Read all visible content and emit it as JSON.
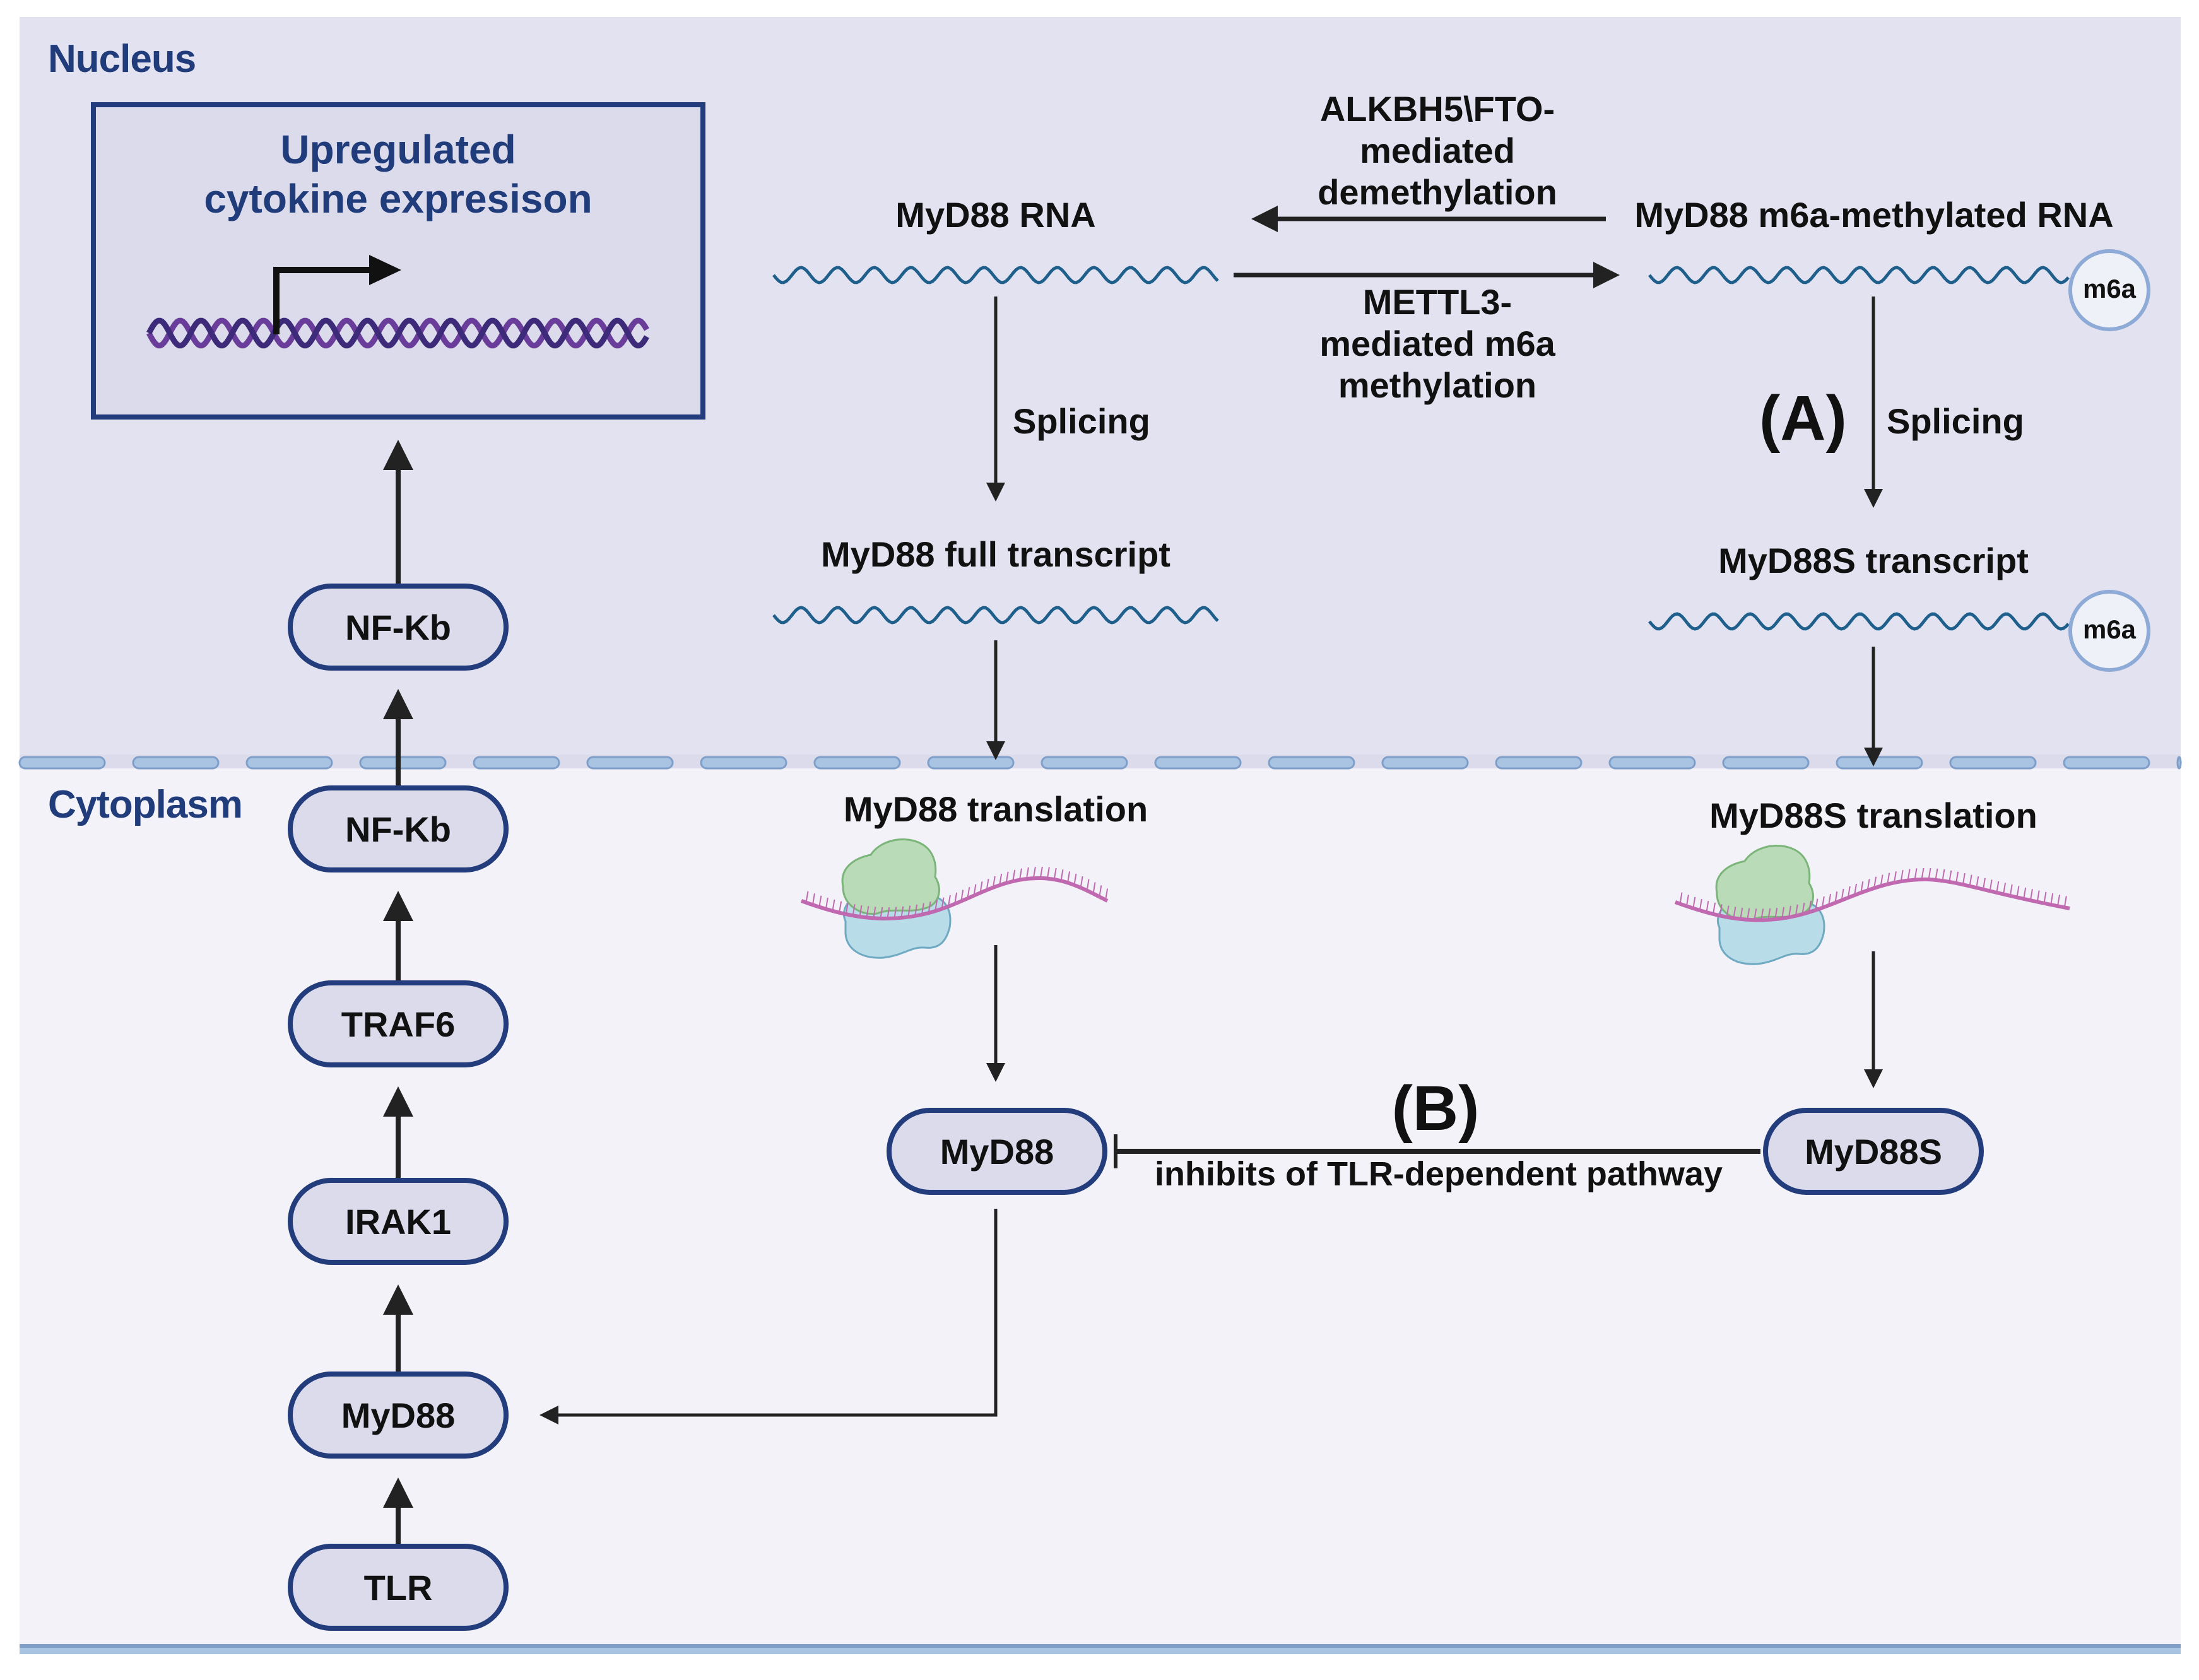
{
  "compartments": {
    "nucleus": "Nucleus",
    "cytoplasm": "Cytoplasm"
  },
  "nucleus_box": {
    "title_line1": "Upregulated",
    "title_line2": "cytokine expresison"
  },
  "left_pathway": {
    "nucleus_node": "NF-Kb",
    "cytoplasm_nodes": [
      "NF-Kb",
      "TRAF6",
      "IRAK1",
      "MyD88",
      "TLR"
    ]
  },
  "rna": {
    "myd88_rna": "MyD88 RNA",
    "methylated_rna": "MyD88 m6a-methylated RNA",
    "demethylation_line1": "ALKBH5\\FTO-",
    "demethylation_line2": "mediated",
    "demethylation_line3": "demethylation",
    "methylation_line1": "METTL3-",
    "methylation_line2": "mediated m6a",
    "methylation_line3": "methylation",
    "m6a_tag": "m6a",
    "splicing_left": "Splicing",
    "splicing_right": "Splicing",
    "full_transcript": "MyD88 full transcript",
    "short_transcript": "MyD88S transcript",
    "label_a": "(A)"
  },
  "translation": {
    "left": "MyD88 translation",
    "right": "MyD88S translation"
  },
  "proteins": {
    "myd88": "MyD88",
    "myd88s": "MyD88S",
    "label_b": "(B)",
    "inhibition": "inhibits of TLR-dependent pathway"
  },
  "colors": {
    "nucleus_bg": "#e3e2f0",
    "cytoplasm_bg": "#f2f2f8",
    "node_border": "#223c7c",
    "node_fill": "#dbdbec",
    "label_blue": "#213c7a",
    "rna_wave": "#1f5f8b",
    "dna_strand_1": "#6a3d9a",
    "dna_strand_2": "#3d2a78",
    "membrane": "#a9c3e3",
    "mrna": "#c069b0",
    "ribosome_large": "#b9dbb7",
    "ribosome_small": "#b8dde8",
    "m6a_circle_border": "#8eaad6",
    "arrow": "#222222"
  }
}
